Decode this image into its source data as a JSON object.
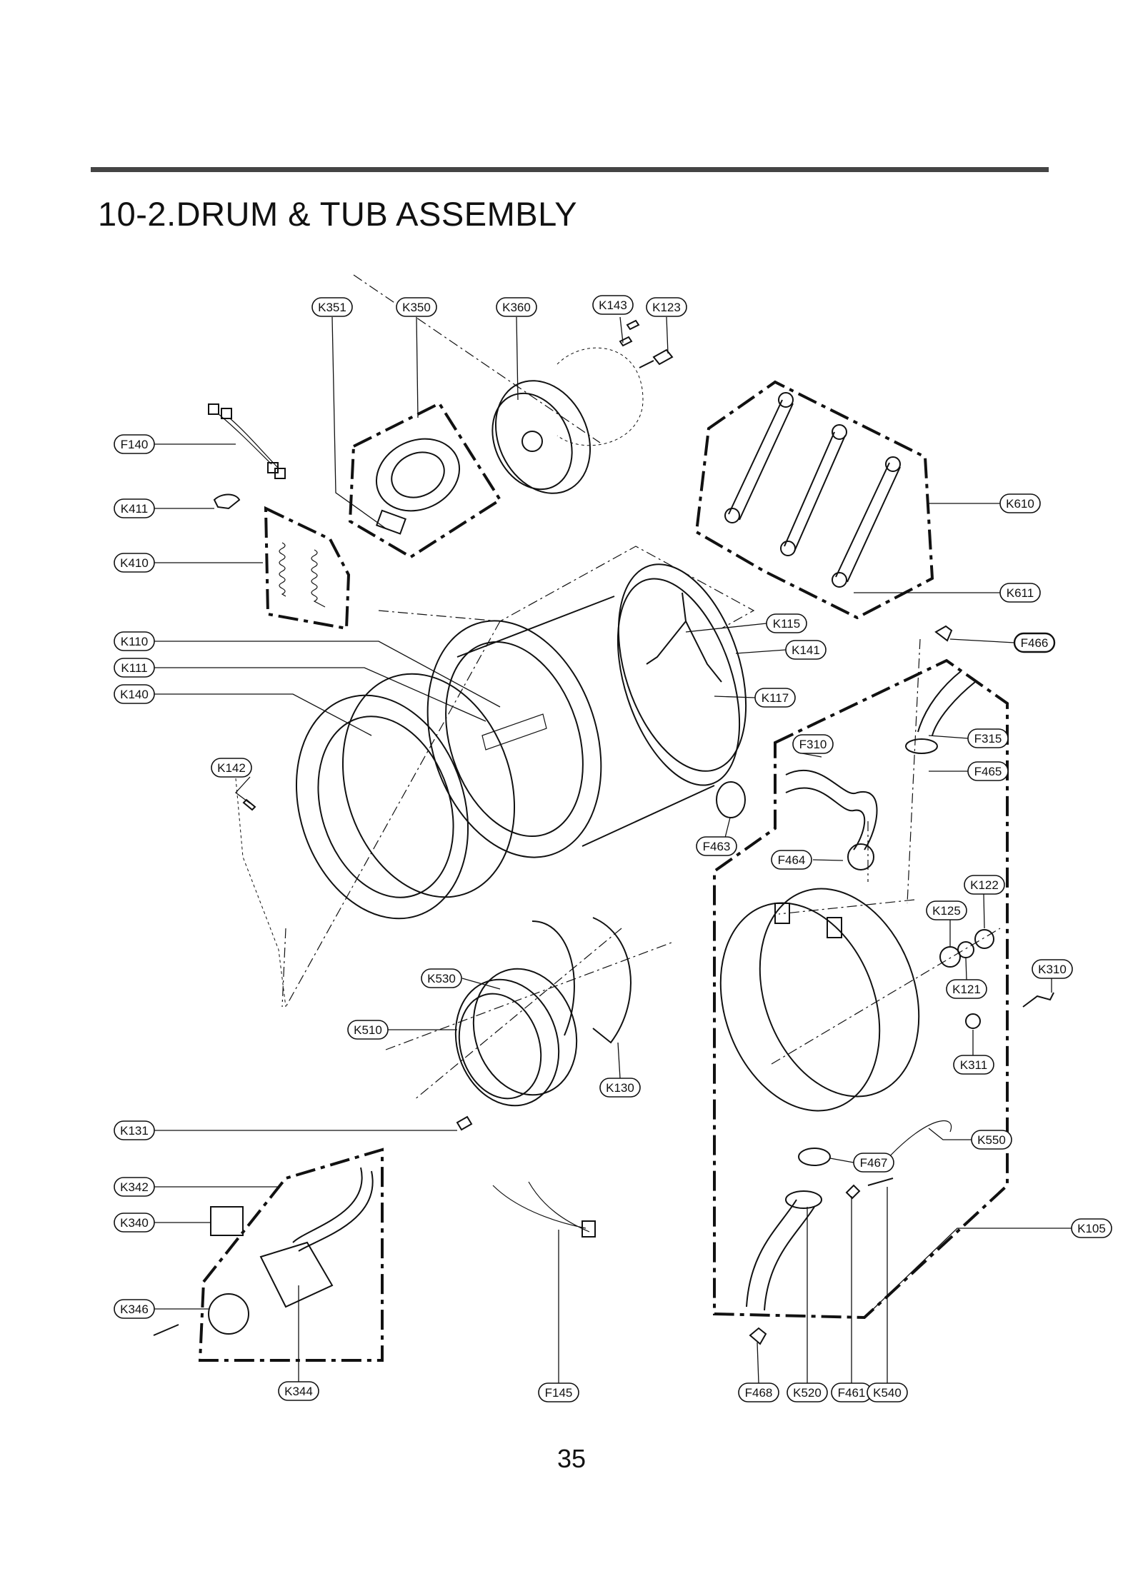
{
  "page": {
    "title": "10-2.DRUM & TUB ASSEMBLY",
    "page_number": "35"
  },
  "labels": [
    {
      "id": "K351",
      "text": "K351"
    },
    {
      "id": "K350",
      "text": "K350"
    },
    {
      "id": "K360",
      "text": "K360"
    },
    {
      "id": "K143",
      "text": "K143"
    },
    {
      "id": "K123",
      "text": "K123"
    },
    {
      "id": "F140",
      "text": "F140"
    },
    {
      "id": "K411",
      "text": "K411"
    },
    {
      "id": "K610",
      "text": "K610"
    },
    {
      "id": "K410",
      "text": "K410"
    },
    {
      "id": "K611",
      "text": "K611"
    },
    {
      "id": "K115",
      "text": "K115"
    },
    {
      "id": "K110",
      "text": "K110"
    },
    {
      "id": "K141",
      "text": "K141"
    },
    {
      "id": "F466",
      "text": "F466"
    },
    {
      "id": "K111",
      "text": "K111"
    },
    {
      "id": "K140",
      "text": "K140"
    },
    {
      "id": "K117",
      "text": "K117"
    },
    {
      "id": "F315",
      "text": "F315"
    },
    {
      "id": "F310",
      "text": "F310"
    },
    {
      "id": "F465",
      "text": "F465"
    },
    {
      "id": "K142",
      "text": "K142"
    },
    {
      "id": "F463",
      "text": "F463"
    },
    {
      "id": "F464",
      "text": "F464"
    },
    {
      "id": "K122",
      "text": "K122"
    },
    {
      "id": "K125",
      "text": "K125"
    },
    {
      "id": "K310",
      "text": "K310"
    },
    {
      "id": "K530",
      "text": "K530"
    },
    {
      "id": "K121",
      "text": "K121"
    },
    {
      "id": "K510",
      "text": "K510"
    },
    {
      "id": "K311",
      "text": "K311"
    },
    {
      "id": "K130",
      "text": "K130"
    },
    {
      "id": "K131",
      "text": "K131"
    },
    {
      "id": "K550",
      "text": "K550"
    },
    {
      "id": "F467",
      "text": "F467"
    },
    {
      "id": "K342",
      "text": "K342"
    },
    {
      "id": "K340",
      "text": "K340"
    },
    {
      "id": "K105",
      "text": "K105"
    },
    {
      "id": "K346",
      "text": "K346"
    },
    {
      "id": "K344",
      "text": "K344"
    },
    {
      "id": "F145",
      "text": "F145"
    },
    {
      "id": "F468",
      "text": "F468"
    },
    {
      "id": "K520",
      "text": "K520"
    },
    {
      "id": "F461",
      "text": "F461"
    },
    {
      "id": "K540",
      "text": "K540"
    }
  ]
}
